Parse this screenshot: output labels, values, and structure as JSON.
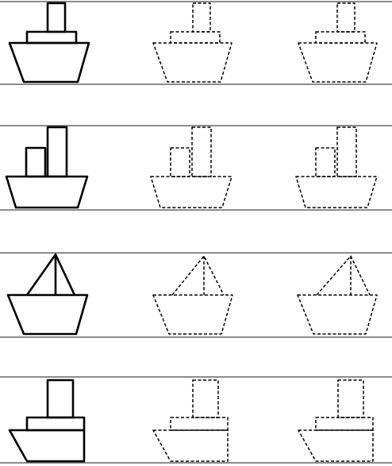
{
  "worksheet": {
    "rows": [
      {
        "boat_type": "steamboat-single-funnel",
        "copies": 2
      },
      {
        "boat_type": "steamboat-double-funnel",
        "copies": 2
      },
      {
        "boat_type": "sailboat",
        "copies": 2
      },
      {
        "boat_type": "ship-tall-funnel",
        "copies": 2
      }
    ],
    "colors": {
      "ink": "#000000",
      "background": "#ffffff",
      "rule": "#1a1a1a"
    },
    "icons": [
      "boat-example-icon",
      "boat-trace-icon"
    ]
  }
}
